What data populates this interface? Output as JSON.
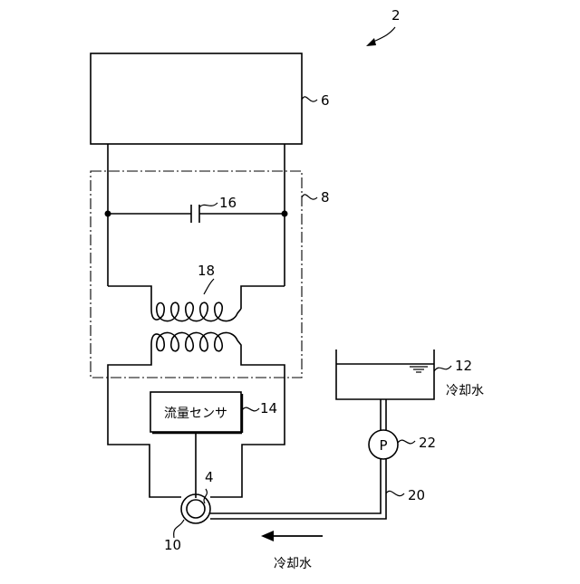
{
  "labels": {
    "system": "2",
    "power_unit": "6",
    "transformer_unit": "8",
    "capacitor": "16",
    "coil": "18",
    "flow_sensor_ref": "14",
    "coupling": "4",
    "inlet": "10",
    "pipe": "20",
    "pump_ref": "22",
    "tank": "12"
  },
  "text": {
    "flow_sensor": "流量センサ",
    "pump_symbol": "P",
    "tank_water": "冷却水",
    "flow_water": "冷却水"
  }
}
